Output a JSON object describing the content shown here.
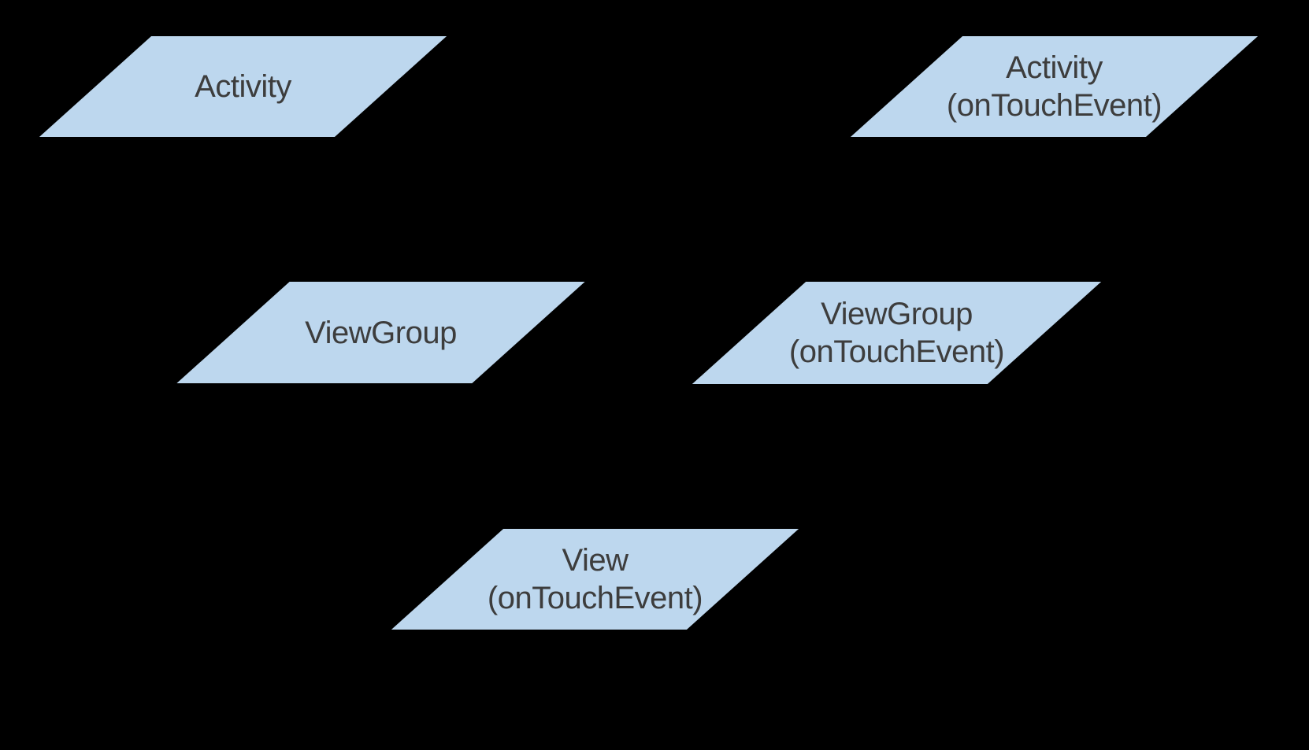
{
  "colors": {
    "background": "#000000",
    "shape-fill": "#bdd7ee",
    "shape-text": "#3d3d3d"
  },
  "diagram": {
    "description": "Android touch event dispatch diagram with five parallelogram nodes on a black background; connector arrows are not visible",
    "nodes": [
      {
        "id": "activity",
        "lines": [
          "Activity"
        ]
      },
      {
        "id": "activity-ontouchevent",
        "lines": [
          "Activity",
          "(onTouchEvent)"
        ]
      },
      {
        "id": "viewgroup",
        "lines": [
          "ViewGroup"
        ]
      },
      {
        "id": "viewgroup-ontouchevent",
        "lines": [
          "ViewGroup",
          "(onTouchEvent)"
        ]
      },
      {
        "id": "view-ontouchevent",
        "lines": [
          "View",
          "(onTouchEvent)"
        ]
      }
    ]
  }
}
